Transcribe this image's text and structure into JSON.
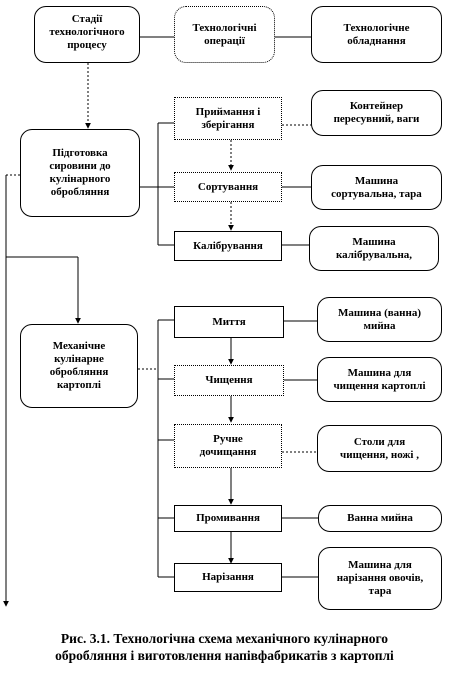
{
  "header": {
    "stages": [
      "Стадії",
      "технологічного",
      "процесу"
    ],
    "operations": [
      "Технологічні",
      "операції"
    ],
    "equipment": [
      "Технологічне",
      "обладнання"
    ]
  },
  "stages": {
    "preparation": [
      "Підготовка",
      "сировини до",
      "кулінарного",
      "обробляння"
    ],
    "mechanical": [
      "Механічне",
      "кулінарне",
      "обробляння",
      "картоплі"
    ]
  },
  "operations": {
    "receiving": [
      "Приймання і",
      "зберігання"
    ],
    "sorting": [
      "Сортування"
    ],
    "calibration": [
      "Калібрування"
    ],
    "washing": [
      "Миття"
    ],
    "peeling": [
      "Чищення"
    ],
    "manual_peeling": [
      "Ручне",
      "дочищання"
    ],
    "rinsing": [
      "Промивання"
    ],
    "cutting": [
      "Нарізання"
    ]
  },
  "equipment": {
    "container": [
      "Контейнер",
      "пересувний, ваги"
    ],
    "sorting_machine": [
      "Машина",
      "сортувальна, тара"
    ],
    "calibration_machine": [
      "Машина",
      "калібрувальна,"
    ],
    "washing_machine": [
      "Машина (ванна)",
      "мийна"
    ],
    "peeling_machine": [
      "Машина для",
      "чищення картоплі"
    ],
    "tables": [
      "Столи для",
      "чищення, ножі ,"
    ],
    "bath": [
      "Ванна мийна"
    ],
    "cutting_machine": [
      "Машина для",
      "нарізання овочів,",
      "тара"
    ]
  },
  "caption": [
    "Рис. 3.1. Технологічна  схема механічного  кулінарного",
    "обробляння і виготовлення напівфабрикатів  з картоплі"
  ]
}
